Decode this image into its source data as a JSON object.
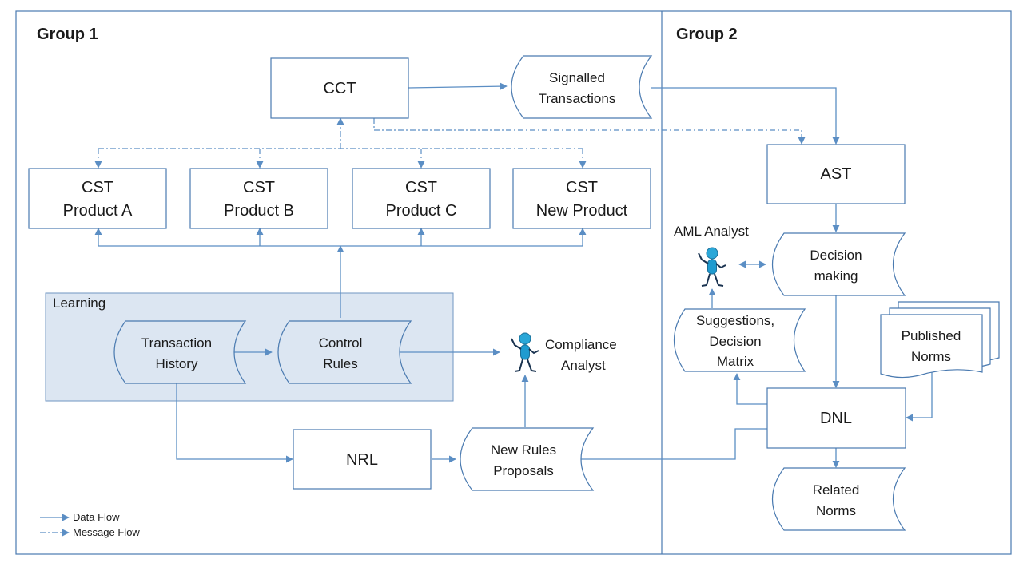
{
  "groups": {
    "group1": "Group 1",
    "group2": "Group 2"
  },
  "learning": "Learning",
  "boxes": {
    "cct": "CCT",
    "cst_a": [
      "CST",
      "Product A"
    ],
    "cst_b": [
      "CST",
      "Product B"
    ],
    "cst_c": [
      "CST",
      "Product C"
    ],
    "cst_new": [
      "CST",
      "New Product"
    ],
    "nrl": "NRL",
    "ast": "AST",
    "dnl": "DNL"
  },
  "stores": {
    "signalled": [
      "Signalled",
      "Transactions"
    ],
    "history": [
      "Transaction",
      "History"
    ],
    "control": [
      "Control",
      "Rules"
    ],
    "proposals": [
      "New Rules",
      "Proposals"
    ],
    "decision": [
      "Decision",
      "making"
    ],
    "suggestions": [
      "Suggestions,",
      "Decision",
      "Matrix"
    ],
    "related": [
      "Related",
      "Norms"
    ]
  },
  "documents": {
    "published": [
      "Published",
      "Norms"
    ]
  },
  "actors": {
    "compliance": [
      "Compliance",
      "Analyst"
    ],
    "aml": "AML Analyst"
  },
  "legend": {
    "data_flow": "Data Flow",
    "message_flow": "Message Flow"
  },
  "colors": {
    "line": "#5b8ec4",
    "border": "#4a7ab0",
    "learning_fill": "#dce6f2",
    "actor": "#2aa7d8"
  },
  "icons": {
    "actor": "stick-figure-icon"
  }
}
